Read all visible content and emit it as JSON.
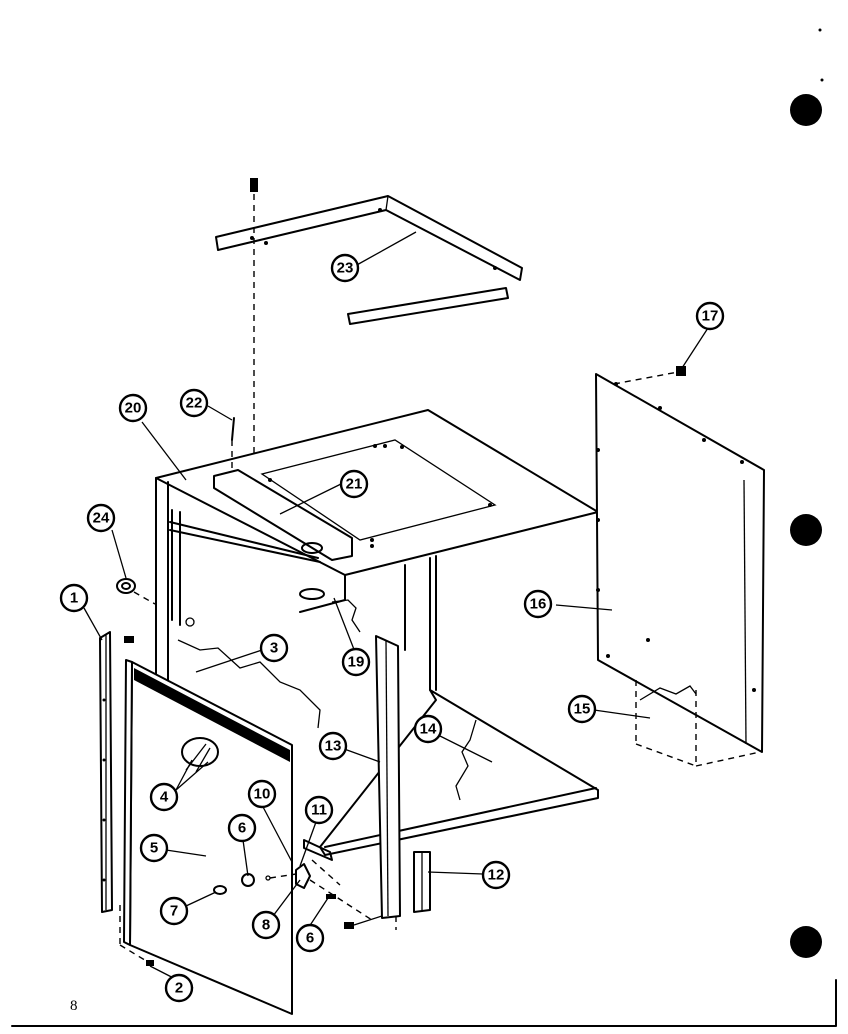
{
  "diagram": {
    "callouts": [
      {
        "id": "1",
        "label": "1"
      },
      {
        "id": "2",
        "label": "2"
      },
      {
        "id": "3",
        "label": "3"
      },
      {
        "id": "4",
        "label": "4"
      },
      {
        "id": "5",
        "label": "5"
      },
      {
        "id": "6a",
        "label": "6"
      },
      {
        "id": "6b",
        "label": "6"
      },
      {
        "id": "7",
        "label": "7"
      },
      {
        "id": "8",
        "label": "8"
      },
      {
        "id": "10",
        "label": "10"
      },
      {
        "id": "11",
        "label": "11"
      },
      {
        "id": "12",
        "label": "12"
      },
      {
        "id": "13",
        "label": "13"
      },
      {
        "id": "14",
        "label": "14"
      },
      {
        "id": "15",
        "label": "15"
      },
      {
        "id": "16",
        "label": "16"
      },
      {
        "id": "17",
        "label": "17"
      },
      {
        "id": "19",
        "label": "19"
      },
      {
        "id": "20",
        "label": "20"
      },
      {
        "id": "21",
        "label": "21"
      },
      {
        "id": "22",
        "label": "22"
      },
      {
        "id": "23",
        "label": "23"
      },
      {
        "id": "24",
        "label": "24"
      }
    ]
  },
  "page": {
    "number": "8"
  }
}
